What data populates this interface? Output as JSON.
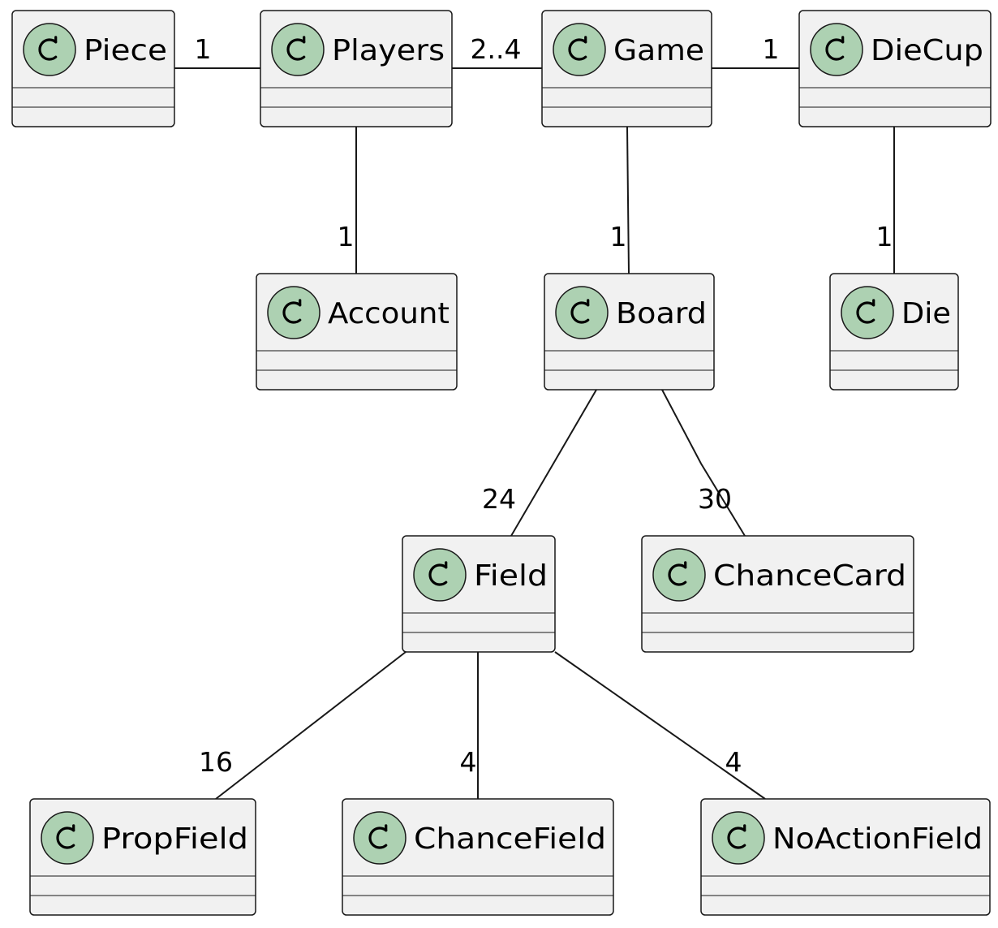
{
  "diagram": {
    "type": "uml-class-diagram",
    "classes": [
      {
        "id": "piece",
        "name": "Piece",
        "stereotype": "C"
      },
      {
        "id": "players",
        "name": "Players",
        "stereotype": "C"
      },
      {
        "id": "game",
        "name": "Game",
        "stereotype": "C"
      },
      {
        "id": "diecup",
        "name": "DieCup",
        "stereotype": "C"
      },
      {
        "id": "account",
        "name": "Account",
        "stereotype": "C"
      },
      {
        "id": "board",
        "name": "Board",
        "stereotype": "C"
      },
      {
        "id": "die",
        "name": "Die",
        "stereotype": "C"
      },
      {
        "id": "field",
        "name": "Field",
        "stereotype": "C"
      },
      {
        "id": "chancecard",
        "name": "ChanceCard",
        "stereotype": "C"
      },
      {
        "id": "propfield",
        "name": "PropField",
        "stereotype": "C"
      },
      {
        "id": "chancefield",
        "name": "ChanceField",
        "stereotype": "C"
      },
      {
        "id": "noactionfield",
        "name": "NoActionField",
        "stereotype": "C"
      }
    ],
    "associations": [
      {
        "id": "players-piece",
        "from": "players",
        "to": "piece",
        "multiplicity": "1"
      },
      {
        "id": "game-players",
        "from": "game",
        "to": "players",
        "multiplicity": "2..4"
      },
      {
        "id": "game-diecup",
        "from": "game",
        "to": "diecup",
        "multiplicity": "1"
      },
      {
        "id": "players-account",
        "from": "players",
        "to": "account",
        "multiplicity": "1"
      },
      {
        "id": "game-board",
        "from": "game",
        "to": "board",
        "multiplicity": "1"
      },
      {
        "id": "diecup-die",
        "from": "diecup",
        "to": "die",
        "multiplicity": "1"
      },
      {
        "id": "board-field",
        "from": "board",
        "to": "field",
        "multiplicity": "24"
      },
      {
        "id": "board-chancecard",
        "from": "board",
        "to": "chancecard",
        "multiplicity": "30"
      },
      {
        "id": "field-propfield",
        "from": "field",
        "to": "propfield",
        "multiplicity": "16"
      },
      {
        "id": "field-chancefield",
        "from": "field",
        "to": "chancefield",
        "multiplicity": "4"
      },
      {
        "id": "field-noactionfield",
        "from": "field",
        "to": "noactionfield",
        "multiplicity": "4"
      }
    ]
  },
  "colors": {
    "class_fill": "#f1f1f1",
    "class_border": "#181818",
    "badge_fill": "#add1b2",
    "line": "#181818",
    "text": "#000000"
  }
}
